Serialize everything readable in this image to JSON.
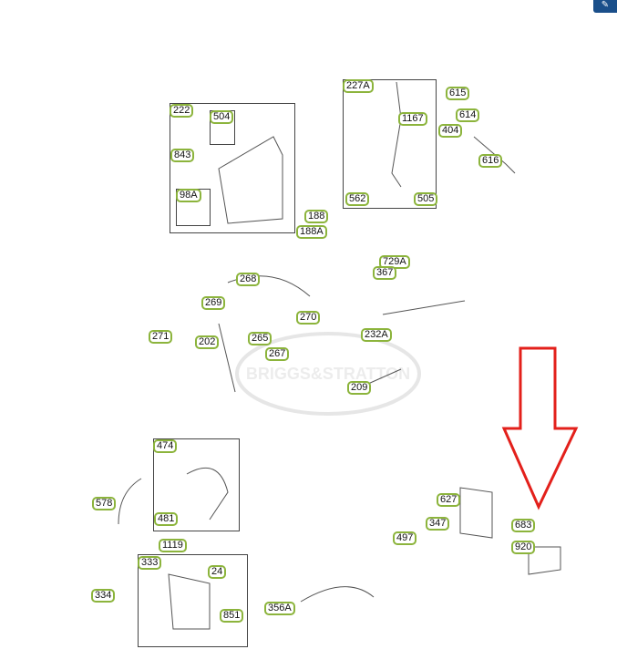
{
  "watermark": "BRIGGS&STRATTON",
  "corner_icon": "tool-icon",
  "arrow_color": "#e3201b",
  "label_border_color": "#8cb43c",
  "parts": [
    {
      "id": "222"
    },
    {
      "id": "504"
    },
    {
      "id": "843"
    },
    {
      "id": "98A"
    },
    {
      "id": "188"
    },
    {
      "id": "188A"
    },
    {
      "id": "227A"
    },
    {
      "id": "1167"
    },
    {
      "id": "562"
    },
    {
      "id": "505"
    },
    {
      "id": "615"
    },
    {
      "id": "614"
    },
    {
      "id": "404"
    },
    {
      "id": "616"
    },
    {
      "id": "729A"
    },
    {
      "id": "367"
    },
    {
      "id": "268"
    },
    {
      "id": "269"
    },
    {
      "id": "270"
    },
    {
      "id": "271"
    },
    {
      "id": "202"
    },
    {
      "id": "265"
    },
    {
      "id": "267"
    },
    {
      "id": "232A"
    },
    {
      "id": "209"
    },
    {
      "id": "474"
    },
    {
      "id": "578"
    },
    {
      "id": "481"
    },
    {
      "id": "1119"
    },
    {
      "id": "333"
    },
    {
      "id": "24"
    },
    {
      "id": "334"
    },
    {
      "id": "851"
    },
    {
      "id": "356A"
    },
    {
      "id": "627"
    },
    {
      "id": "347"
    },
    {
      "id": "497"
    },
    {
      "id": "683"
    },
    {
      "id": "920"
    }
  ]
}
